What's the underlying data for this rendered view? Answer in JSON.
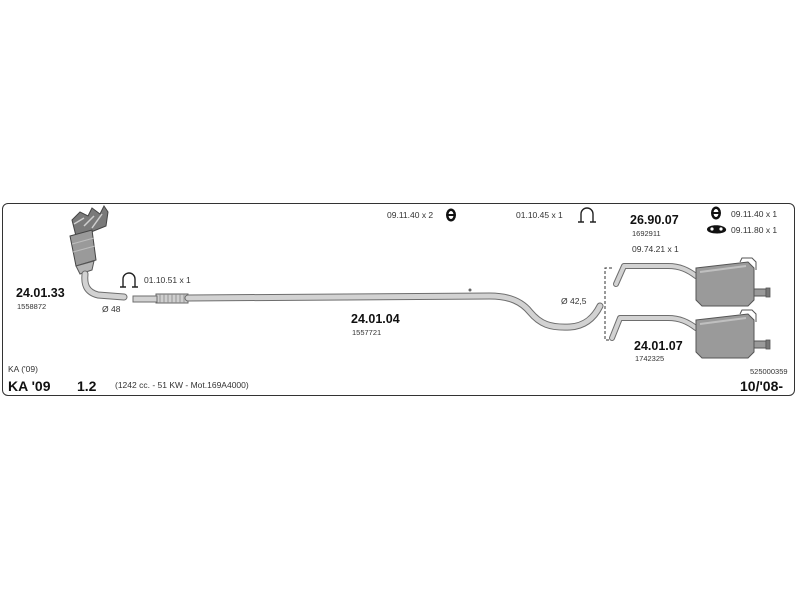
{
  "header": {
    "model_short": "KA ('09)",
    "model": "KA '09",
    "engine_size": "1.2",
    "engine_spec": "(1242 cc. - 51 KW - Mot.169A4000)",
    "date": "10/'08-",
    "code": "525000359"
  },
  "parts": {
    "front_pipe": {
      "number": "24.01.33",
      "sub": "1558872"
    },
    "mid_pipe": {
      "number": "24.01.04",
      "sub": "1557721"
    },
    "mount_kit": {
      "number": "26.90.07",
      "sub": "1692911"
    },
    "rear_box": {
      "number": "24.01.07",
      "sub": "1742325"
    }
  },
  "accessories": {
    "clamp_front": "01.10.51 x 1",
    "mount_mid_1": "09.11.40 x 2",
    "clamp_mid": "01.10.45 x 1",
    "rear_clamp": "09.74.21 x 1",
    "mount_rear_1": "09.11.40 x 1",
    "mount_rear_2": "09.11.80 x 1"
  },
  "dimensions": {
    "front_diameter": "Ø 48",
    "rear_diameter": "Ø 42,5"
  },
  "icons": {
    "clamp": "u-clamp-icon",
    "rubber_mount": "rubber-ring-icon",
    "hanger": "rubber-hanger-icon",
    "catalyst": "catalytic-converter-icon"
  },
  "colors": {
    "pipe_fill": "#d2d2d2",
    "pipe_stroke": "#6e6e6e",
    "frame": "#333333"
  }
}
